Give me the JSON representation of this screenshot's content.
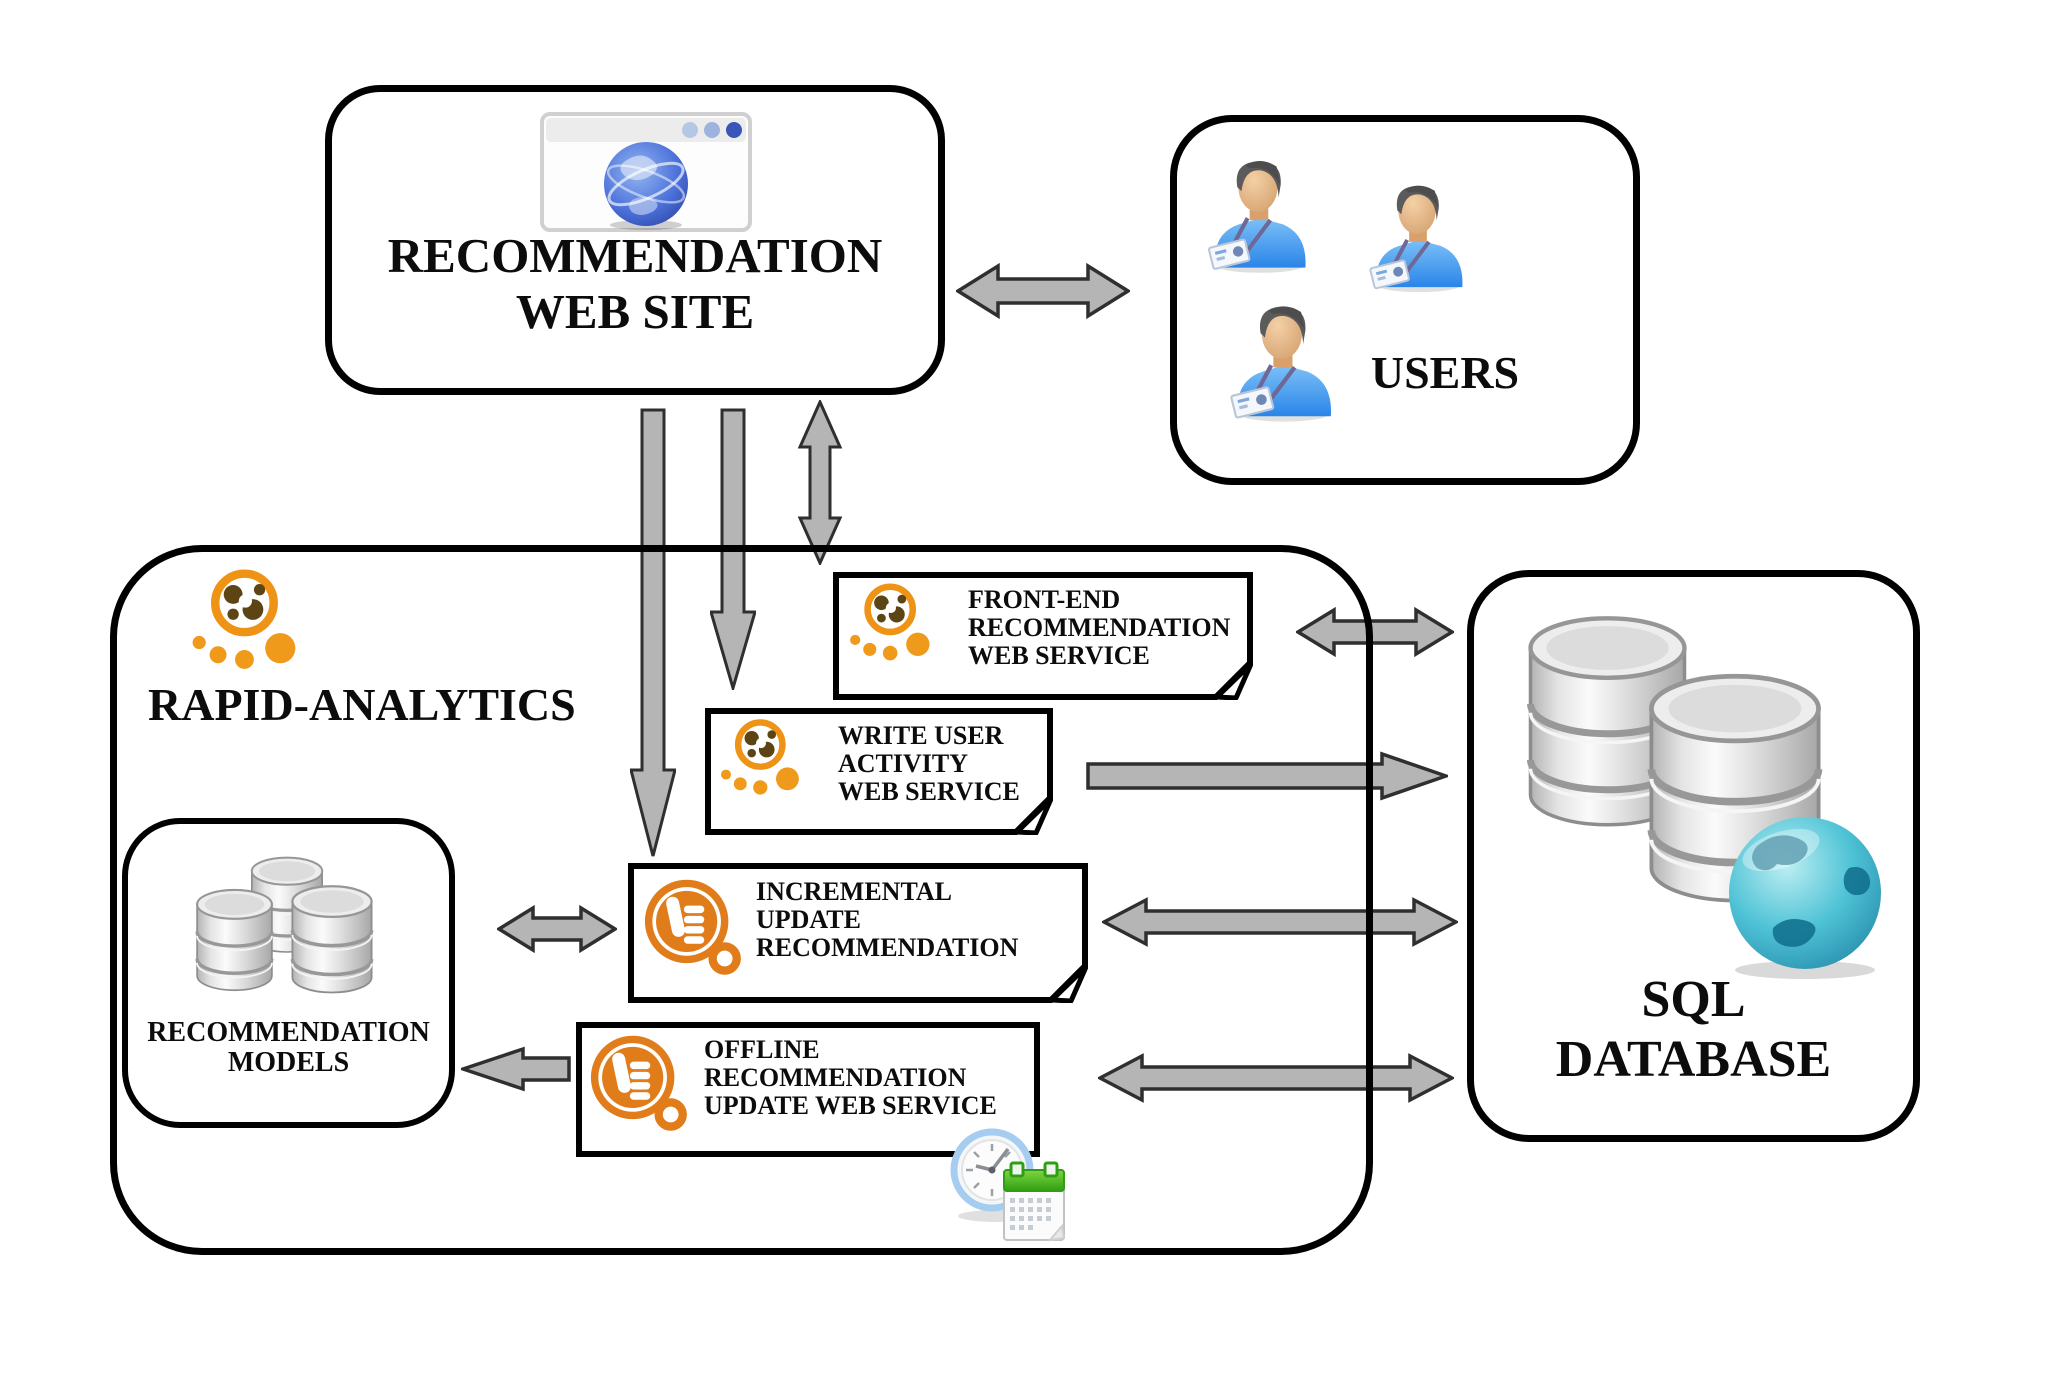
{
  "colors": {
    "arrow_fill": "#b5b5b5",
    "arrow_outline": "#2f2f2f",
    "box_border": "#000000",
    "accent_orange": "#ef9316",
    "accent_orange_dark": "#5c4414",
    "note_background": "#ffffff"
  },
  "nodes": {
    "website": {
      "line1": "RECOMMENDATION",
      "line2": "WEB SITE",
      "icon": "browser-globe-icon"
    },
    "users": {
      "label": "USERS",
      "icon": "user-figure-icon"
    },
    "rapid_analytics": {
      "label": "RAPID-ANALYTICS",
      "icon": "rapid-analytics-gears-icon"
    },
    "front_end_service": {
      "line1": "FRONT-END",
      "line2": "RECOMMENDATION",
      "line3": "WEB SERVICE",
      "icon": "rapid-analytics-gears-icon"
    },
    "write_activity_service": {
      "line1": "WRITE USER",
      "line2": "ACTIVITY",
      "line3": "WEB SERVICE",
      "icon": "rapid-analytics-gears-icon"
    },
    "incremental_update": {
      "line1": "INCREMENTAL",
      "line2": "UPDATE",
      "line3": "RECOMMENDATION",
      "icon": "thumb-up-recommendation-icon"
    },
    "offline_update_service": {
      "line1": "OFFLINE",
      "line2": "RECOMMENDATION",
      "line3": "UPDATE WEB SERVICE",
      "icon": "thumb-up-recommendation-icon",
      "schedule_icon": "clock-calendar-icon"
    },
    "recommendation_models": {
      "line1": "RECOMMENDATION",
      "line2": "MODELS",
      "icon": "database-stack-icon"
    },
    "sql_database": {
      "line1": "SQL",
      "line2": "DATABASE",
      "icon": "database-globe-icon"
    }
  },
  "arrows": [
    {
      "from": "website",
      "to": "users",
      "type": "bidirectional"
    },
    {
      "from": "website",
      "to": "incremental_update",
      "type": "down"
    },
    {
      "from": "website",
      "to": "write_activity_service",
      "type": "down"
    },
    {
      "from": "website",
      "to": "front_end_service",
      "type": "bidirectional"
    },
    {
      "from": "front_end_service",
      "to": "sql_database",
      "type": "bidirectional"
    },
    {
      "from": "write_activity_service",
      "to": "sql_database",
      "type": "right"
    },
    {
      "from": "recommendation_models",
      "to": "incremental_update",
      "type": "bidirectional"
    },
    {
      "from": "incremental_update",
      "to": "sql_database",
      "type": "bidirectional"
    },
    {
      "from": "offline_update_service",
      "to": "recommendation_models",
      "type": "left"
    },
    {
      "from": "offline_update_service",
      "to": "sql_database",
      "type": "bidirectional"
    }
  ]
}
